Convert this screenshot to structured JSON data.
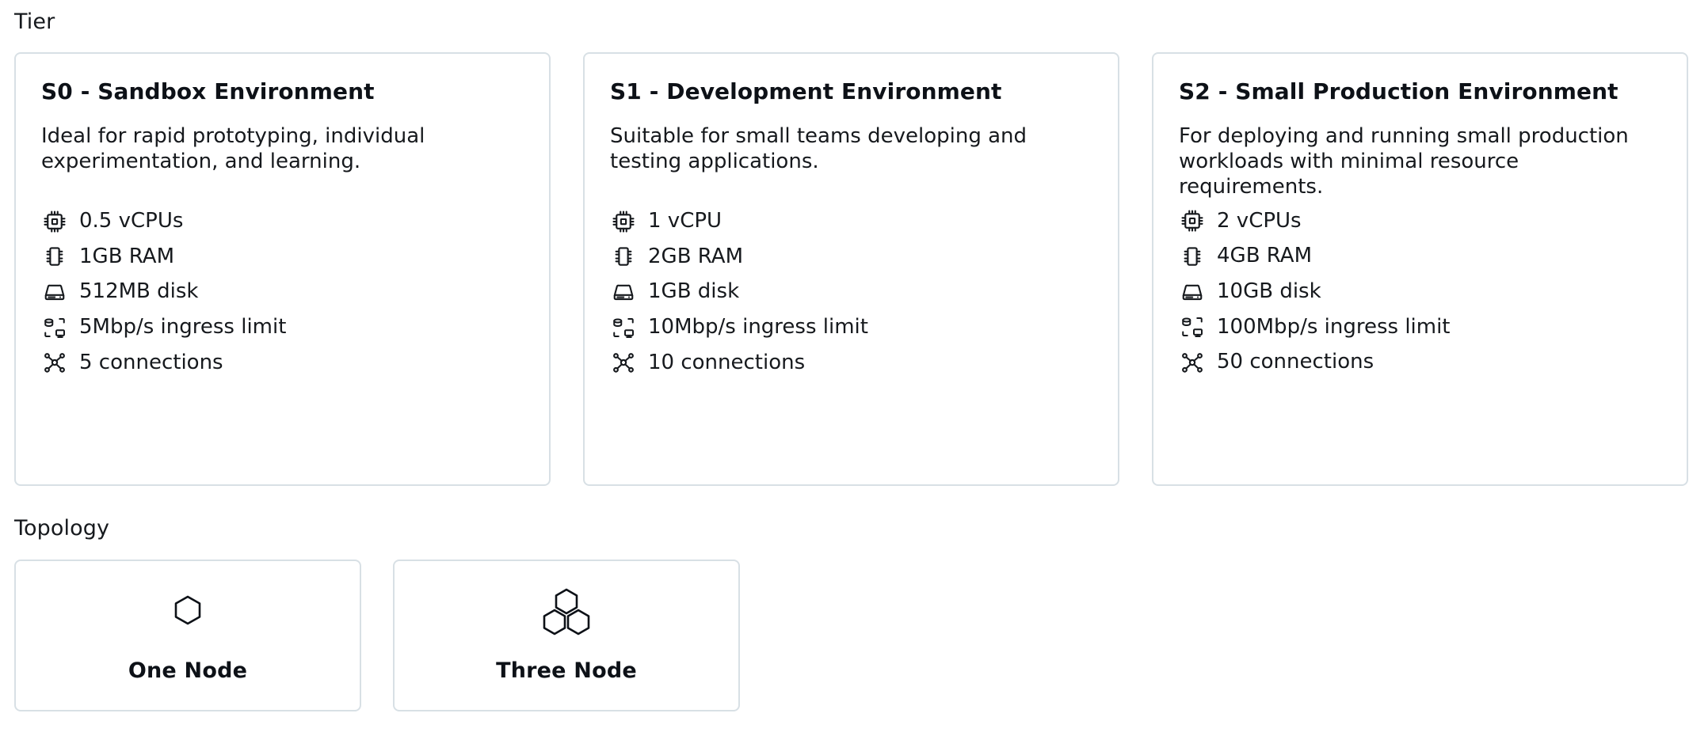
{
  "sections": {
    "tier_label": "Tier",
    "topology_label": "Topology"
  },
  "colors": {
    "card_border": "#d8e0e5",
    "text": "#16191d",
    "heading": "#0d1117",
    "background": "#ffffff"
  },
  "tiers": [
    {
      "title": "S0 - Sandbox Environment",
      "description": "Ideal for rapid prototyping, individual experimentation, and learning.",
      "specs": [
        {
          "icon": "cpu-icon",
          "label": "0.5 vCPUs"
        },
        {
          "icon": "memory-icon",
          "label": "1GB RAM"
        },
        {
          "icon": "disk-icon",
          "label": "512MB disk"
        },
        {
          "icon": "network-ingress-icon",
          "label": "5Mbp/s ingress limit"
        },
        {
          "icon": "connections-icon",
          "label": "5 connections"
        }
      ]
    },
    {
      "title": "S1 - Development Environment",
      "description": "Suitable for small teams developing and testing applications.",
      "specs": [
        {
          "icon": "cpu-icon",
          "label": "1 vCPU"
        },
        {
          "icon": "memory-icon",
          "label": "2GB RAM"
        },
        {
          "icon": "disk-icon",
          "label": "1GB disk"
        },
        {
          "icon": "network-ingress-icon",
          "label": "10Mbp/s ingress limit"
        },
        {
          "icon": "connections-icon",
          "label": "10 connections"
        }
      ]
    },
    {
      "title": "S2 - Small Production Environment",
      "description": "For deploying and running small production workloads with minimal resource requirements.",
      "specs": [
        {
          "icon": "cpu-icon",
          "label": "2 vCPUs"
        },
        {
          "icon": "memory-icon",
          "label": "4GB RAM"
        },
        {
          "icon": "disk-icon",
          "label": "10GB disk"
        },
        {
          "icon": "network-ingress-icon",
          "label": "100Mbp/s ingress limit"
        },
        {
          "icon": "connections-icon",
          "label": "50 connections"
        }
      ]
    }
  ],
  "topologies": [
    {
      "icon": "single-hexagon-icon",
      "label": "One Node"
    },
    {
      "icon": "triple-hexagon-icon",
      "label": "Three Node"
    }
  ]
}
